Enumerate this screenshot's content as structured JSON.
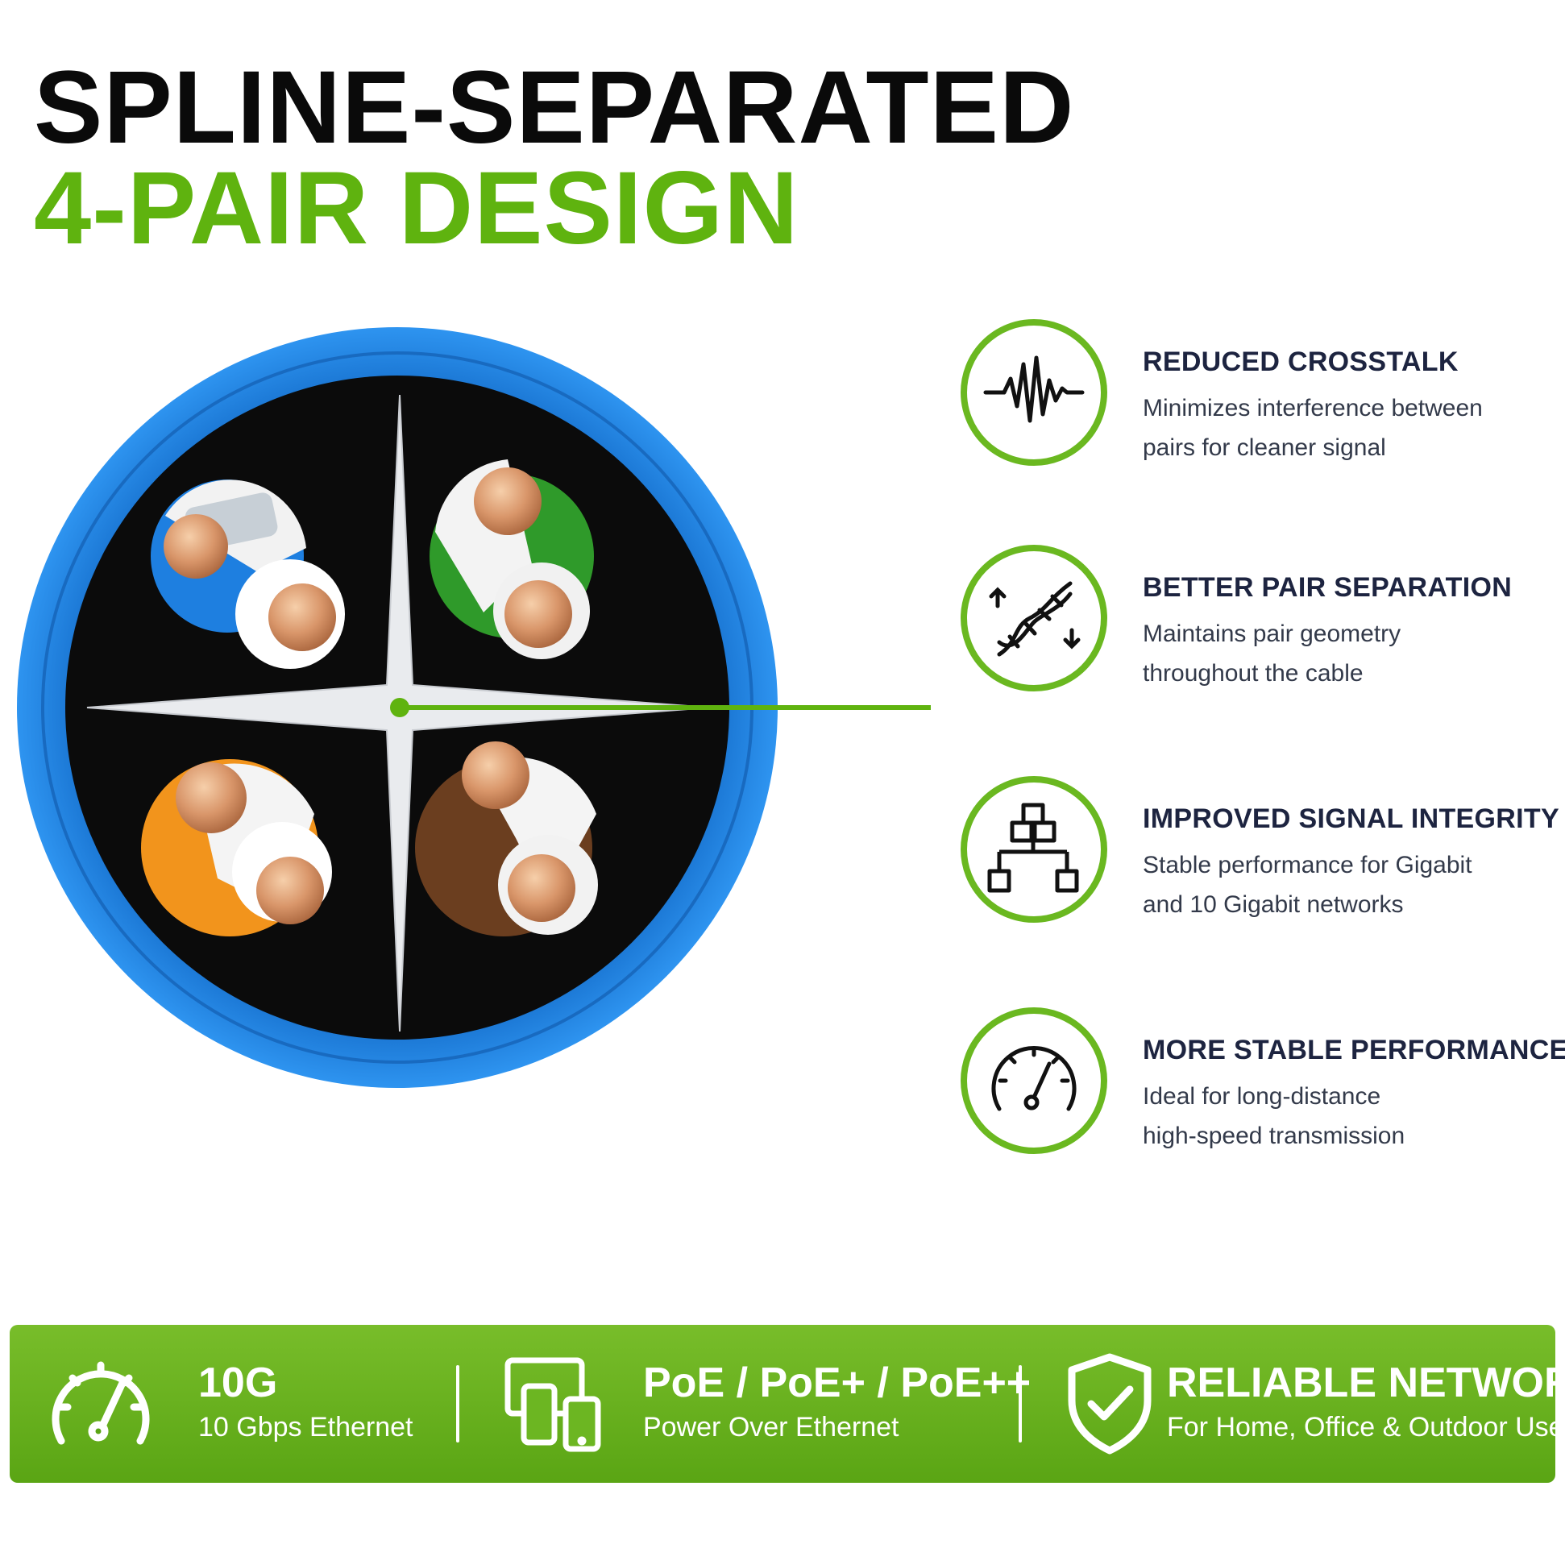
{
  "title": {
    "line1": "SPLINE-SEPARATED",
    "line2": "4-PAIR DESIGN"
  },
  "colors": {
    "accent_green": "#5fb30f",
    "jacket_blue": "#1f86e4",
    "copper": "#d9966a",
    "dark_text": "#1d2440"
  },
  "features": [
    {
      "icon": "waveform-icon",
      "title": "REDUCED CROSSTALK",
      "line1": "Minimizes interference between",
      "line2": "pairs for cleaner signal"
    },
    {
      "icon": "twisted-pair-icon",
      "title": "BETTER PAIR SEPARATION",
      "line1": "Maintains pair geometry",
      "line2": "throughout the cable"
    },
    {
      "icon": "network-tree-icon",
      "title": "IMPROVED SIGNAL INTEGRITY",
      "line1": "Stable performance for Gigabit",
      "line2": "and 10 Gigabit networks"
    },
    {
      "icon": "speedometer-icon",
      "title": "MORE STABLE PERFORMANCE",
      "line1": "Ideal for long-distance",
      "line2": "high-speed transmission"
    }
  ],
  "bar": [
    {
      "icon": "speedometer-icon",
      "big": "10G",
      "small": "10 Gbps Ethernet"
    },
    {
      "icon": "devices-icon",
      "big": "PoE / PoE+ / PoE++",
      "small": "Power Over Ethernet"
    },
    {
      "icon": "shield-check-icon",
      "big": "RELIABLE NETWORK",
      "small": "For Home, Office & Outdoor Use"
    }
  ]
}
